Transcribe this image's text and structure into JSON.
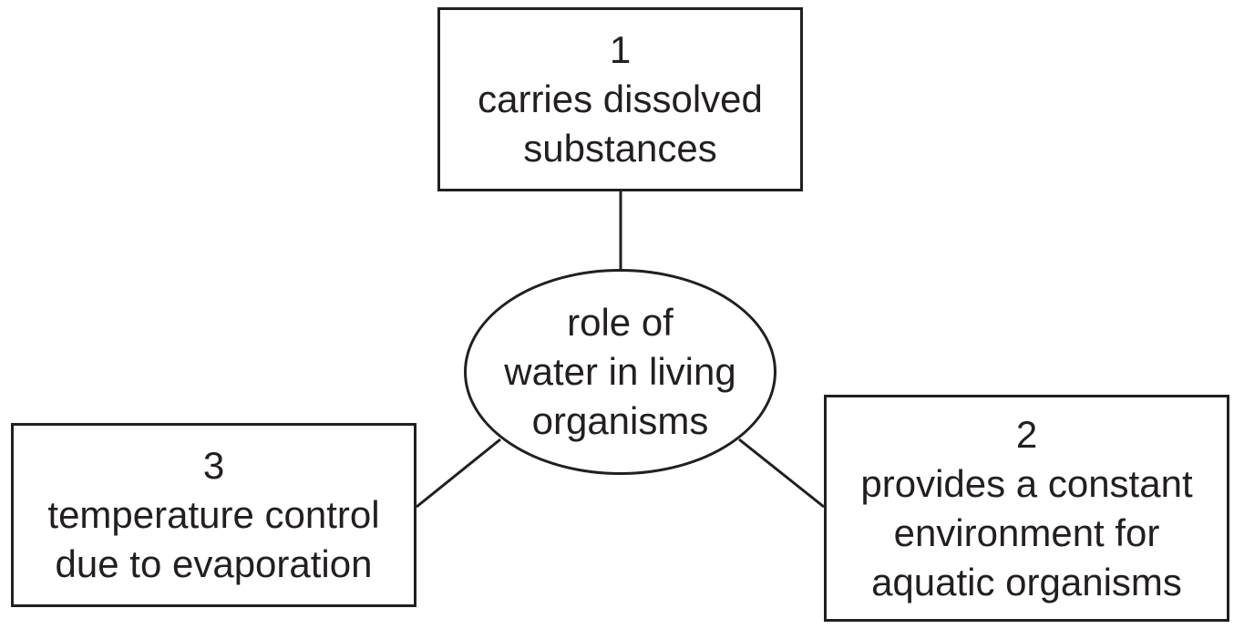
{
  "center": {
    "lines": [
      "role of",
      "water in living",
      "organisms"
    ]
  },
  "boxes": [
    {
      "number": "1",
      "lines": [
        "carries dissolved",
        "substances"
      ]
    },
    {
      "number": "2",
      "lines": [
        "provides a constant",
        "environment for",
        "aquatic organisms"
      ]
    },
    {
      "number": "3",
      "lines": [
        "temperature control",
        "due to evaporation"
      ]
    }
  ]
}
